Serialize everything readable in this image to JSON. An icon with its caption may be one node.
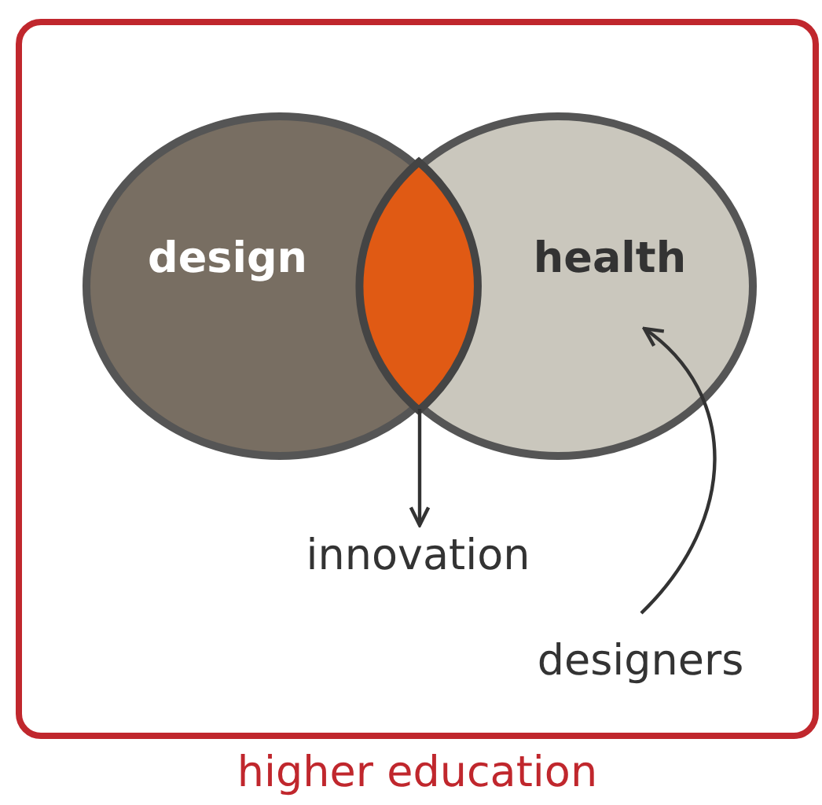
{
  "diagram": {
    "nodes": [
      {
        "text": [
          "higher education"
        ]
      },
      {
        "text": [
          "design"
        ],
        "in": 0
      },
      {
        "text": [
          "health"
        ],
        "in": 0
      },
      {
        "text": [],
        "shape": "lens"
      },
      {
        "text": [
          "innovation"
        ],
        "in": 0
      },
      {
        "text": [
          "designers"
        ],
        "in": 0
      }
    ],
    "edges": [
      {
        "from": 3,
        "to": 4,
        "arrow": "to"
      },
      {
        "from": 5,
        "to": 2,
        "arrow": "to"
      }
    ]
  }
}
